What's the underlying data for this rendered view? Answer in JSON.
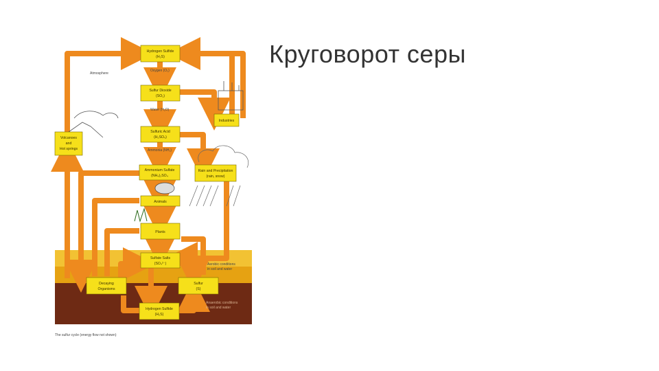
{
  "slide": {
    "title": "Круговорот серы"
  },
  "diagram": {
    "boxes": {
      "hydrogen_sulfide_top": [
        "Hydrogen Sulfide",
        "(H₂S)"
      ],
      "sulfur_dioxide": [
        "Sulfur Dioxide",
        "(SO₂)"
      ],
      "sulfuric_acid": [
        "Sulfuric Acid",
        "(H₂SO₄)"
      ],
      "ammonium_sulfate": [
        "Ammonium Sulfate",
        "(NH₄)₂SO₄"
      ],
      "animals": [
        "Animals"
      ],
      "plants": [
        "Plants"
      ],
      "sulfate_salts": [
        "Sulfate Salts",
        "(SO₄²⁻)"
      ],
      "decaying_organisms": [
        "Decaying",
        "Organisms"
      ],
      "sulfur": [
        "Sulfur",
        "(S)"
      ],
      "hydrogen_sulfide_bottom": [
        "Hydrogen Sulfide",
        "(H₂S)"
      ],
      "industries": [
        "Industries"
      ],
      "volcanoes": [
        "Volcanoes",
        "and",
        "Hot springs"
      ],
      "rain": [
        "Rain and Precipitation",
        "(rain, snow)"
      ]
    },
    "labels": {
      "oxygen": "Oxygen (O₂)",
      "water": "Water (H₂O)",
      "ammonia": "Ammonia (NH₃)",
      "atmosphere": "Atmosphere",
      "aerobic": [
        "Aerobic conditions",
        "in soil and water"
      ],
      "anaerobic": [
        "Anaerobic conditions",
        "in soil and water"
      ],
      "caption": "The sulfur cycle (energy flow not shown)"
    },
    "colors": {
      "arrow": "#ee8a1e",
      "box_fill": "#f6e01a",
      "box_stroke": "#7a6a00",
      "soil_light": "#f2c233",
      "soil_mid": "#e6a212",
      "soil_dark": "#6e2a14"
    }
  }
}
